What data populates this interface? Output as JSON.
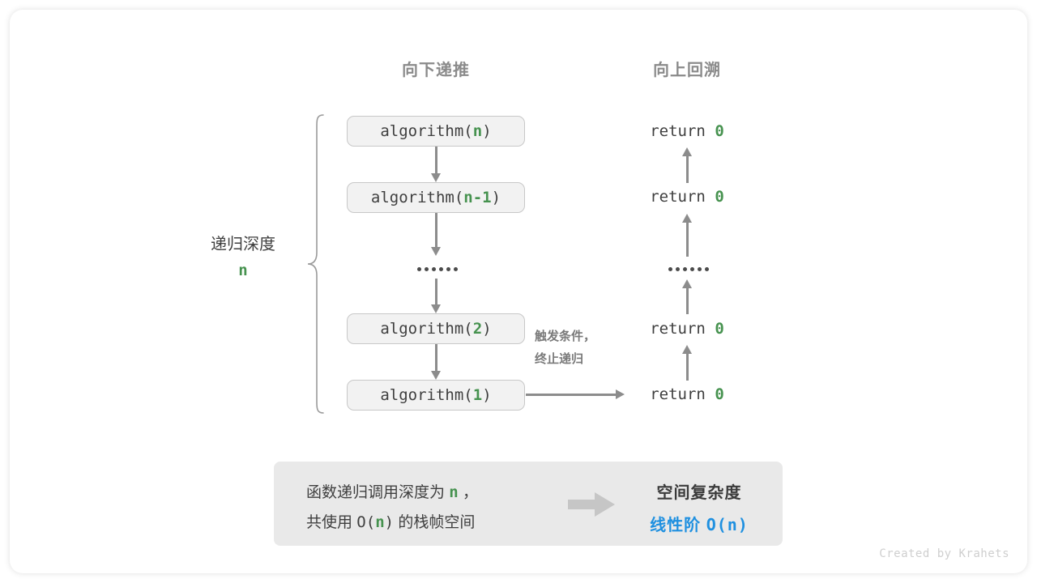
{
  "headers": {
    "left": "向下递推",
    "right": "向上回溯"
  },
  "depth": {
    "label": "递归深度",
    "value": "n"
  },
  "calls": [
    {
      "prefix": "algorithm(",
      "arg": "n",
      "suffix": ")"
    },
    {
      "prefix": "algorithm(",
      "arg": "n-1",
      "suffix": ")"
    },
    {
      "prefix": "algorithm(",
      "arg": "2",
      "suffix": ")"
    },
    {
      "prefix": "algorithm(",
      "arg": "1",
      "suffix": ")"
    }
  ],
  "returns": [
    {
      "keyword": "return",
      "value": "0"
    },
    {
      "keyword": "return",
      "value": "0"
    },
    {
      "keyword": "return",
      "value": "0"
    },
    {
      "keyword": "return",
      "value": "0"
    }
  ],
  "side_note": {
    "line1": "触发条件，",
    "line2": "终止递归"
  },
  "summary": {
    "left_line1_a": "函数递归调用深度为",
    "left_line1_var": "n",
    "left_line1_b": "，",
    "left_line2_a": "共使用",
    "left_line2_big_o_open": "O(",
    "left_line2_var": "n",
    "left_line2_big_o_close": ")",
    "left_line2_b": "的栈帧空间",
    "right_title": "空间复杂度",
    "right_value_text": "线性阶",
    "right_value_mono": "O(n)"
  },
  "footer": {
    "credit": "Created by Krahets"
  },
  "colors": {
    "green": "#46924f",
    "blue": "#1f90e0",
    "gray_text": "#3f3f3f",
    "gray_header": "#8a8a8a",
    "arrow": "#8c8c8c",
    "box_fill": "#f2f2f2",
    "panel_fill": "#e9e9e9"
  }
}
